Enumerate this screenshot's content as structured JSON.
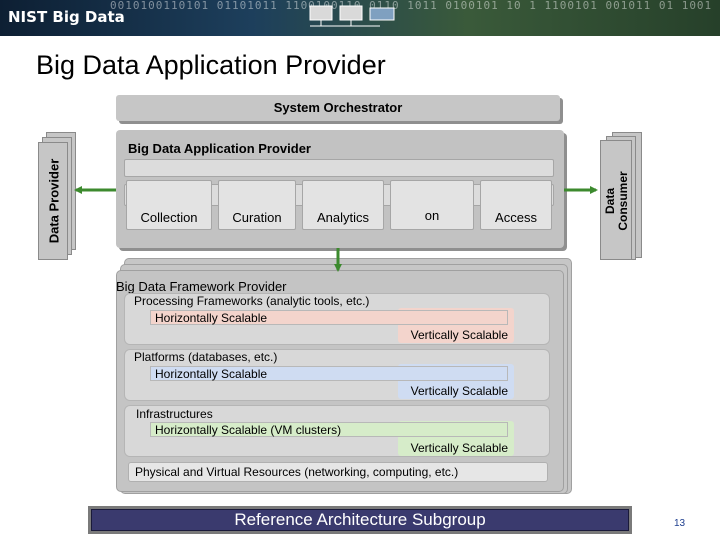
{
  "banner": {
    "logo": "NIST Big Data",
    "binary": "0010100110101 01101011 1100100110 0110 1011 0100101 10 1 1100101 001011 01 1001"
  },
  "page_title": "Big Data Application Provider",
  "orchestrator": {
    "label": "System Orchestrator"
  },
  "data_provider": {
    "label": "Data Provider"
  },
  "data_consumer": {
    "line1": "Data",
    "line2": "Consumer"
  },
  "application_provider": {
    "label": "Big Data Application Provider",
    "activities": [
      "Collection",
      "Curation",
      "Analytics",
      "on",
      "Access"
    ]
  },
  "framework_provider": {
    "label": "Big Data Framework Provider",
    "layers": [
      {
        "label": "Processing Frameworks (analytic tools, etc.)",
        "horizontal": "Horizontally Scalable",
        "vertical": "Vertically Scalable",
        "color": "#f3d4cc"
      },
      {
        "label": "Platforms (databases, etc.)",
        "horizontal": "Horizontally Scalable",
        "vertical": "Vertically Scalable",
        "color": "#cfdcf2"
      },
      {
        "label": "Infrastructures",
        "horizontal": "Horizontally Scalable (VM clusters)",
        "vertical": "Vertically Scalable",
        "color": "#d6ecc9"
      }
    ],
    "physical": "Physical and Virtual Resources (networking, computing, etc.)"
  },
  "footer": {
    "label": "Reference Architecture Subgroup"
  },
  "page_number": "13",
  "colors": {
    "arrow": "#3c8a2e",
    "footer": "#3a3a6e"
  }
}
